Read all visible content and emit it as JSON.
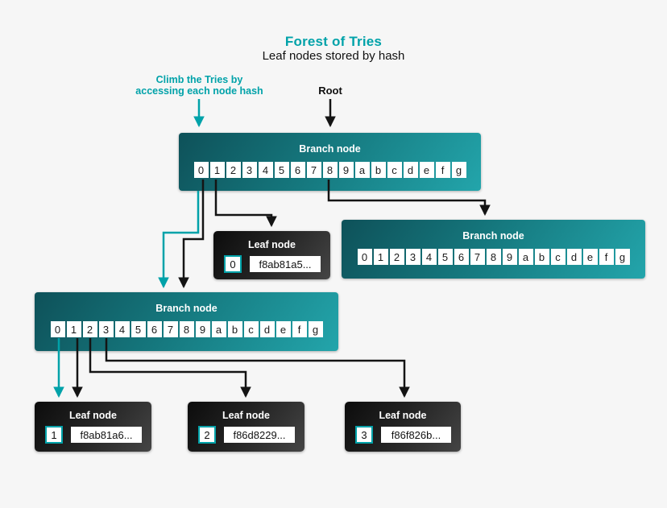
{
  "colors": {
    "accent": "#00a2a9",
    "background": "#f6f6f6",
    "branch_gradient_dark": "#0e5159",
    "branch_gradient_light": "#23a5ab",
    "leaf_gradient_dark": "#0c0c0c",
    "leaf_gradient_light": "#454545",
    "arrow_black": "#141414"
  },
  "header": {
    "title": "Forest of Tries",
    "subtitle": "Leaf nodes stored by hash"
  },
  "annotations": {
    "climb_line1": "Climb the Tries by",
    "climb_line2": "accessing each node hash",
    "root": "Root"
  },
  "cells": [
    "0",
    "1",
    "2",
    "3",
    "4",
    "5",
    "6",
    "7",
    "8",
    "9",
    "a",
    "b",
    "c",
    "d",
    "e",
    "f",
    "g"
  ],
  "branches": {
    "root": {
      "title": "Branch node"
    },
    "right": {
      "title": "Branch node"
    },
    "left": {
      "title": "Branch node"
    }
  },
  "leaves": {
    "leaf0": {
      "title": "Leaf node",
      "index": "0",
      "hash": "f8ab81a5..."
    },
    "leaf1": {
      "title": "Leaf node",
      "index": "1",
      "hash": "f8ab81a6..."
    },
    "leaf2": {
      "title": "Leaf node",
      "index": "2",
      "hash": "f86d8229..."
    },
    "leaf3": {
      "title": "Leaf node",
      "index": "3",
      "hash": "f86f826b..."
    }
  }
}
